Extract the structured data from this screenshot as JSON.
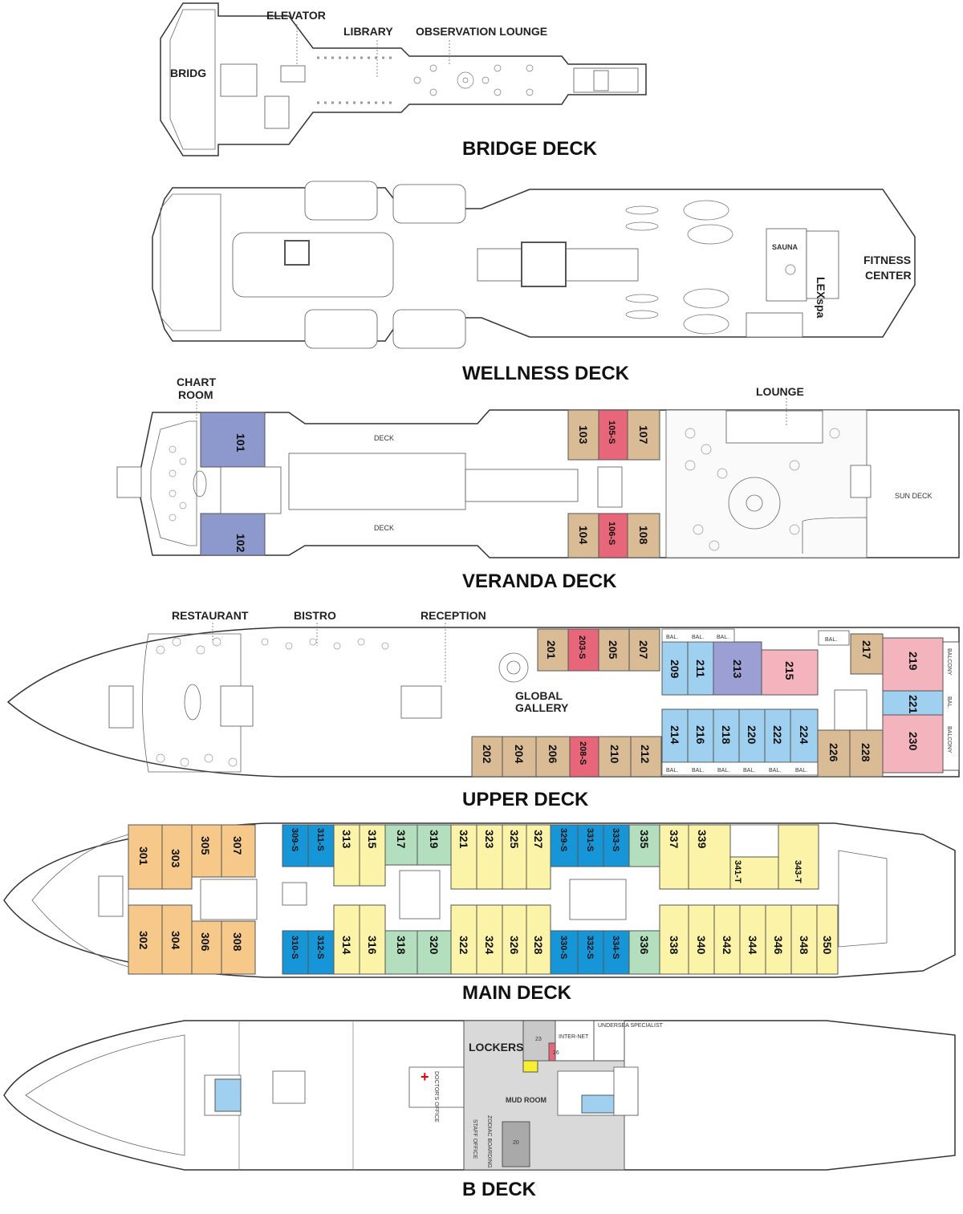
{
  "colors": {
    "veranda_suite": "#8d98cc",
    "tan_cabin": "#d9bb96",
    "red_cabin": "#e8667a",
    "blue_cabin": "#9fd0ef",
    "purple_cabin": "#9c9fd4",
    "pink_cabin": "#f4b4bd",
    "orange_cabin": "#f6c98a",
    "yellow_cabin": "#faf3a8",
    "green_cabin": "#b3dfbe",
    "deep_blue_cabin": "#1696d6",
    "grey_room": "#c9c9c9"
  },
  "bridge_deck": {
    "title": "BRIDGE DECK",
    "labels": {
      "bridge": "BRIDG",
      "elevator": "ELEVATOR",
      "library": "LIBRARY",
      "observation": "OBSERVATION LOUNGE"
    }
  },
  "wellness_deck": {
    "title": "WELLNESS DECK",
    "labels": {
      "sauna": "SAUNA",
      "lexspa": "LEXspa",
      "fitness1": "FITNESS",
      "fitness2": "CENTER"
    }
  },
  "veranda_deck": {
    "title": "VERANDA DECK",
    "labels": {
      "chart1": "CHART",
      "chart2": "ROOM",
      "lounge": "LOUNGE",
      "deck_top": "DECK",
      "deck_bottom": "DECK",
      "sun_deck": "SUN DECK"
    },
    "cabins": [
      "101",
      "102",
      "103",
      "105-S",
      "107",
      "104",
      "106-S",
      "108"
    ]
  },
  "upper_deck": {
    "title": "UPPER DECK",
    "labels": {
      "restaurant": "RESTAURANT",
      "bistro": "BISTRO",
      "reception": "RECEPTION",
      "global1": "GLOBAL",
      "global2": "GALLERY",
      "bal": "BAL.",
      "balcony": "BALCONY"
    },
    "cabins": [
      "201",
      "203-S",
      "205",
      "207",
      "209",
      "211",
      "213",
      "215",
      "217",
      "219",
      "221",
      "230",
      "202",
      "204",
      "206",
      "208-S",
      "210",
      "212",
      "214",
      "216",
      "218",
      "220",
      "222",
      "224",
      "226",
      "228"
    ]
  },
  "main_deck": {
    "title": "MAIN DECK",
    "cabins": [
      "301",
      "303",
      "305",
      "307",
      "309-S",
      "311-S",
      "313",
      "315",
      "317",
      "319",
      "321",
      "323",
      "325",
      "327",
      "329-S",
      "331-S",
      "333-S",
      "335",
      "337",
      "339",
      "341-T",
      "343-T",
      "302",
      "304",
      "306",
      "308",
      "310-S",
      "312-S",
      "314",
      "316",
      "318",
      "320",
      "322",
      "324",
      "326",
      "328",
      "330-S",
      "332-S",
      "334-S",
      "336",
      "338",
      "340",
      "342",
      "344",
      "346",
      "348",
      "350"
    ]
  },
  "b_deck": {
    "title": "B DECK",
    "labels": {
      "lockers": "LOCKERS",
      "mud_room": "MUD ROOM",
      "doctor": "DOCTOR'S OFFICE",
      "staff_office": "STAFF OFFICE",
      "zodiac": "ZODIAC BOARDING",
      "undersea": "UNDERSEA SPECIALIST",
      "internet": "INTER-NET",
      "r23": "23",
      "r26": "26",
      "r20": "20"
    }
  }
}
